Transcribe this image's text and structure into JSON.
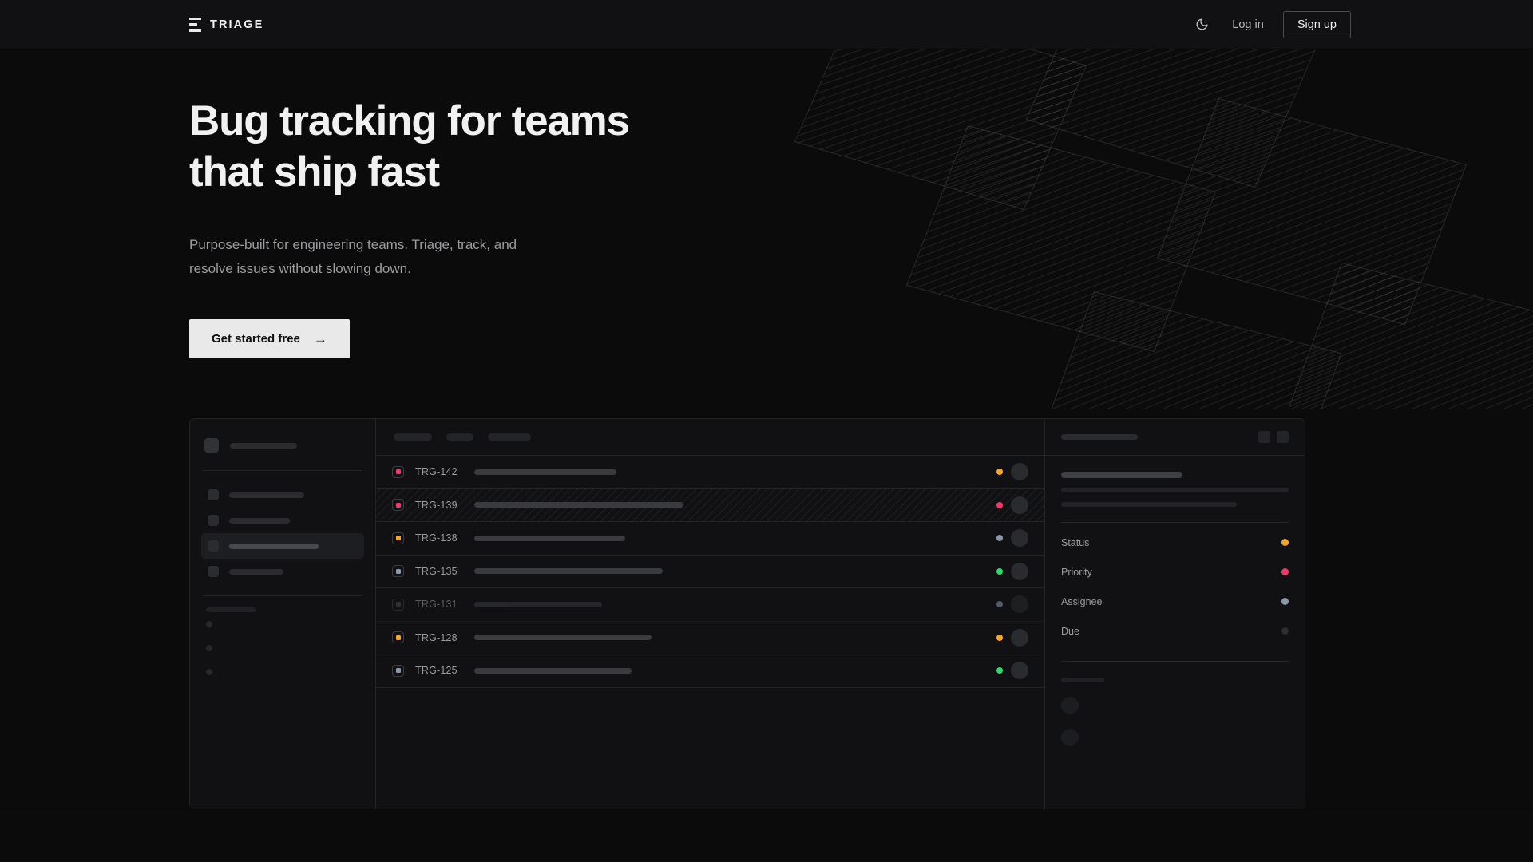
{
  "header": {
    "brand": "TRIAGE",
    "brand_icon": "triage-bars-logo",
    "theme_toggle_icon": "moon-icon",
    "login_label": "Log in",
    "signup_label": "Sign up"
  },
  "hero": {
    "heading": "Bug tracking for teams\nthat ship fast",
    "subheading": "Purpose-built for engineering teams. Triage, track, and\nresolve issues without slowing down.",
    "cta_label": "Get started free",
    "cta_arrow": "→"
  },
  "mockup": {
    "sidebar": {
      "nav_count": 4,
      "active_index": 2,
      "mini_count": 3
    },
    "list": {
      "toolbar_pills": [
        48,
        34,
        54
      ],
      "rows": [
        {
          "key": "TRG-142",
          "icon_color": "#f0386b",
          "status_color": "#f5a623",
          "title_width": 178,
          "selected": false,
          "muted": false
        },
        {
          "key": "TRG-139",
          "icon_color": "#f0386b",
          "status_color": "#f0386b",
          "title_width": 262,
          "selected": true,
          "muted": false
        },
        {
          "key": "TRG-138",
          "icon_color": "#f5a623",
          "status_color": "#8b97ab",
          "title_width": 189,
          "selected": false,
          "muted": false
        },
        {
          "key": "TRG-135",
          "icon_color": "#8b97ab",
          "status_color": "#2fd86b",
          "title_width": 236,
          "selected": false,
          "muted": false
        },
        {
          "key": "TRG-131",
          "icon_color": "#4a4c51",
          "status_color": "#8b97ab",
          "title_width": 160,
          "selected": false,
          "muted": true
        },
        {
          "key": "TRG-128",
          "icon_color": "#f5a623",
          "status_color": "#f5a623",
          "title_width": 222,
          "selected": false,
          "muted": false
        },
        {
          "key": "TRG-125",
          "icon_color": "#8b97ab",
          "status_color": "#2fd86b",
          "title_width": 197,
          "selected": false,
          "muted": false
        }
      ]
    },
    "detail": {
      "header_action_icons": [
        "panel-action-icon",
        "panel-close-icon"
      ],
      "body_lines": [
        285,
        220
      ],
      "meta": [
        {
          "label": "Status",
          "color": "#f5a623"
        },
        {
          "label": "Priority",
          "color": "#f0386b"
        },
        {
          "label": "Assignee",
          "color": "#8b97ab"
        },
        {
          "label": "Due",
          "color": "#2c2e31"
        }
      ],
      "comment_avatars": 2
    }
  },
  "colors": {
    "page_bg": "#0b0b0c",
    "panel_bg": "#111113",
    "border": "#232427",
    "text_primary": "#f1f1f2",
    "text_muted": "#9b9ca0",
    "accent_amber": "#f5a623",
    "accent_pink": "#f0386b",
    "accent_green": "#2fd86b",
    "accent_slate": "#8b97ab",
    "cta_bg": "#e9e9ea"
  }
}
